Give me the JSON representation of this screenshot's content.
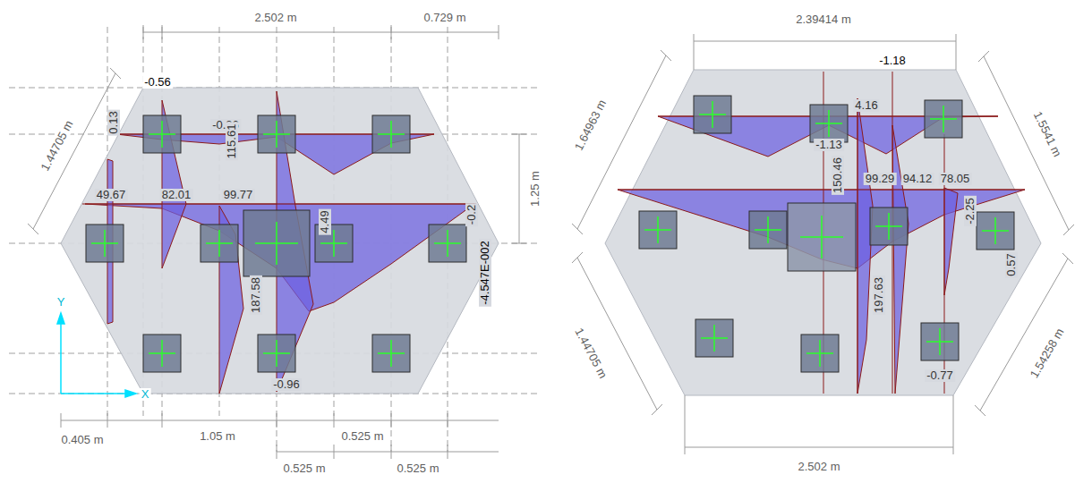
{
  "diagram": {
    "labels": [
      "2.502 m",
      "0.729 m",
      "1.44705 m",
      "1.25 m",
      "-0.56",
      "0.13",
      "-0.86",
      "115.61",
      "49.67",
      "82.01",
      "99.77",
      "4.49",
      "187.58",
      "-0.96",
      "-0.2",
      "-4.547E-002",
      "Y",
      "X",
      "0.405 m",
      "1.05 m",
      "0.525 m",
      "0.525 m",
      "0.525 m",
      "2.39414 m",
      "1.64963 m",
      "1.5541 m",
      "-1.18",
      "4.16",
      "-1.13",
      "150.46",
      "99.29",
      "94.12",
      "78.05",
      "-2.25",
      "0.57",
      "197.63",
      "-0.77",
      "1.44705 m",
      "1.54258 m",
      "2.502 m"
    ]
  }
}
